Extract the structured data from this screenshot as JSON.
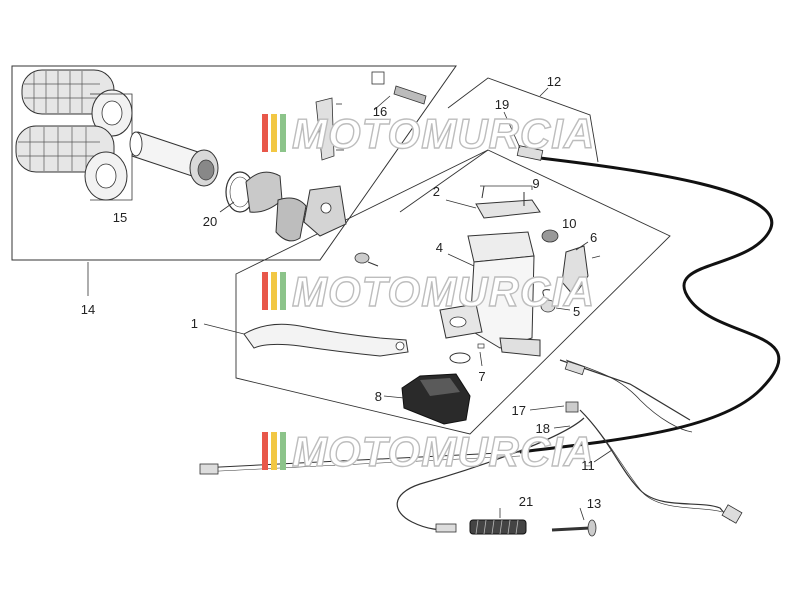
{
  "watermark": {
    "text": "MOTOMURCIA",
    "stripe_colors": [
      "#e8574a",
      "#f2c744",
      "#8cc48a"
    ]
  },
  "part_labels": {
    "p1": "1",
    "p2": "2",
    "p4": "4",
    "p5": "5",
    "p6": "6",
    "p7": "7",
    "p8": "8",
    "p9": "9",
    "p10": "10",
    "p11": "11",
    "p12": "12",
    "p13": "13",
    "p14": "14",
    "p15": "15",
    "p16": "16",
    "p17": "17",
    "p18": "18",
    "p19": "19",
    "p20": "20",
    "p21": "21"
  }
}
